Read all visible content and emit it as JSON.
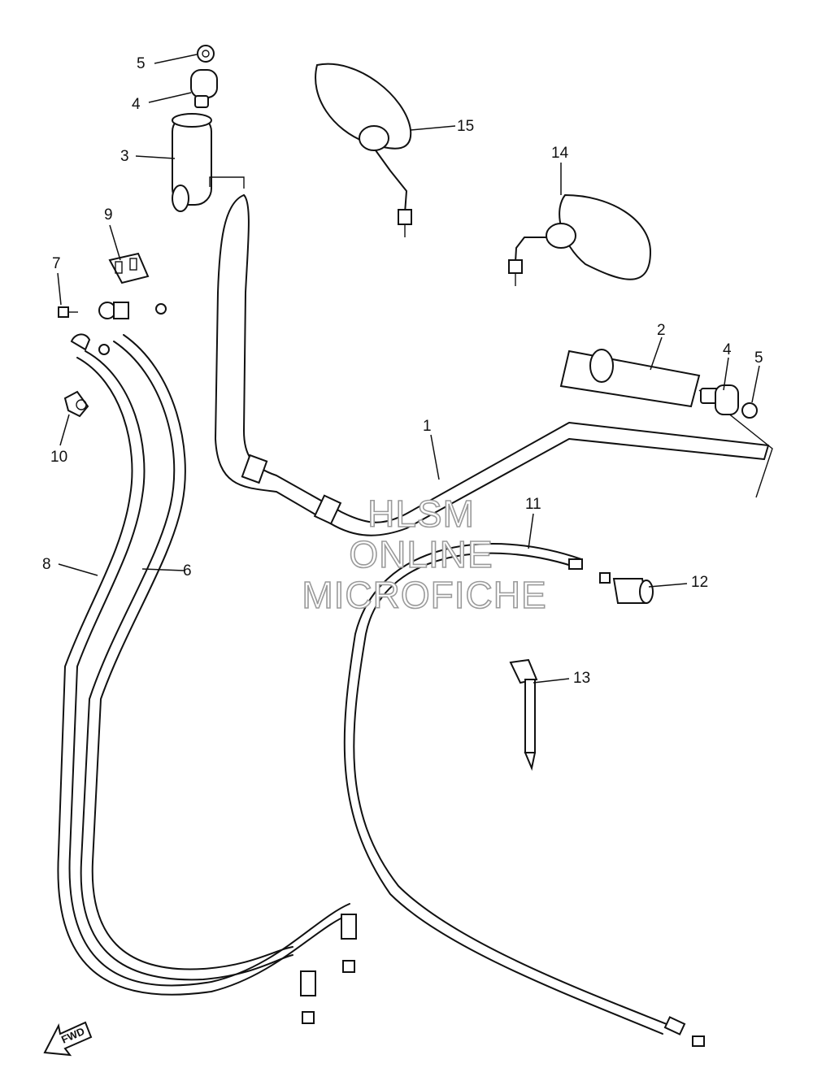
{
  "callouts": {
    "c1": "1",
    "c2": "2",
    "c3": "3",
    "c4a": "4",
    "c4b": "4",
    "c5a": "5",
    "c5b": "5",
    "c6": "6",
    "c7": "7",
    "c8": "8",
    "c9": "9",
    "c10": "10",
    "c11": "11",
    "c12": "12",
    "c13": "13",
    "c14": "14",
    "c15": "15"
  },
  "watermark": {
    "line1": "HLSM",
    "line2": "ONLINE",
    "line3": "MICROFICHE"
  },
  "direction_label": "FWD"
}
